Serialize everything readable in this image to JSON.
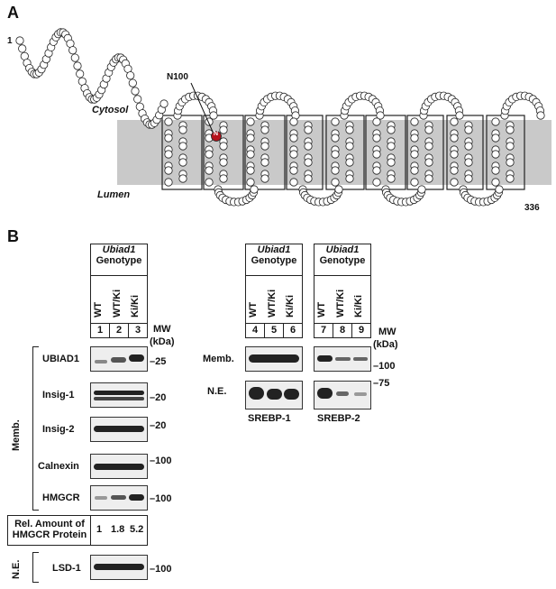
{
  "panelA": {
    "label": "A",
    "cytosol": "Cytosol",
    "lumen": "Lumen",
    "n100": "N100",
    "nterm": "1",
    "cterm": "336",
    "residue": "N"
  },
  "panelB": {
    "label": "B",
    "genotype_title": "Ubiad1",
    "genotype_sub": "Genotype",
    "genotypes": [
      "WT",
      "WT/Ki",
      "Ki/Ki"
    ],
    "lanes_left": [
      "1",
      "2",
      "3"
    ],
    "lanes_mid": [
      "4",
      "5",
      "6"
    ],
    "lanes_right": [
      "7",
      "8",
      "9"
    ],
    "mw_header": "MW",
    "mw_unit": "(kDa)",
    "memb_group": "Memb.",
    "ne_group": "N.E.",
    "rows_left": [
      {
        "name": "UBIAD1",
        "mw": "25"
      },
      {
        "name": "Insig-1",
        "mw": "20"
      },
      {
        "name": "Insig-2",
        "mw": "20"
      },
      {
        "name": "Calnexin",
        "mw": "100"
      },
      {
        "name": "HMGCR",
        "mw": "100"
      }
    ],
    "rel_label_1": "Rel. Amount of",
    "rel_label_2": "HMGCR Protein",
    "rel_values": [
      "1",
      "1.8",
      "5.2"
    ],
    "ne_row": {
      "name": "LSD-1",
      "mw": "100"
    },
    "srebp_rows": [
      "Memb.",
      "N.E."
    ],
    "srebp_mw": [
      "100",
      "75"
    ],
    "srebp1": "SREBP-1",
    "srebp2": "SREBP-2"
  }
}
